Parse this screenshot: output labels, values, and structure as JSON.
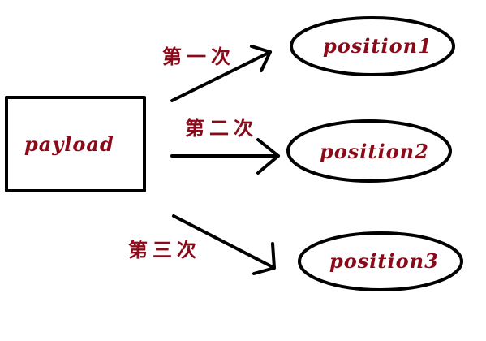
{
  "colors": {
    "text": "#8b0a1a",
    "stroke": "#000000",
    "background": "#ffffff"
  },
  "nodes": {
    "source": "payload",
    "targets": [
      "position1",
      "position2",
      "position3"
    ]
  },
  "edges": [
    {
      "from": "payload",
      "to": "position1",
      "label": "第一次"
    },
    {
      "from": "payload",
      "to": "position2",
      "label": "第二次"
    },
    {
      "from": "payload",
      "to": "position3",
      "label": "第三次"
    }
  ]
}
